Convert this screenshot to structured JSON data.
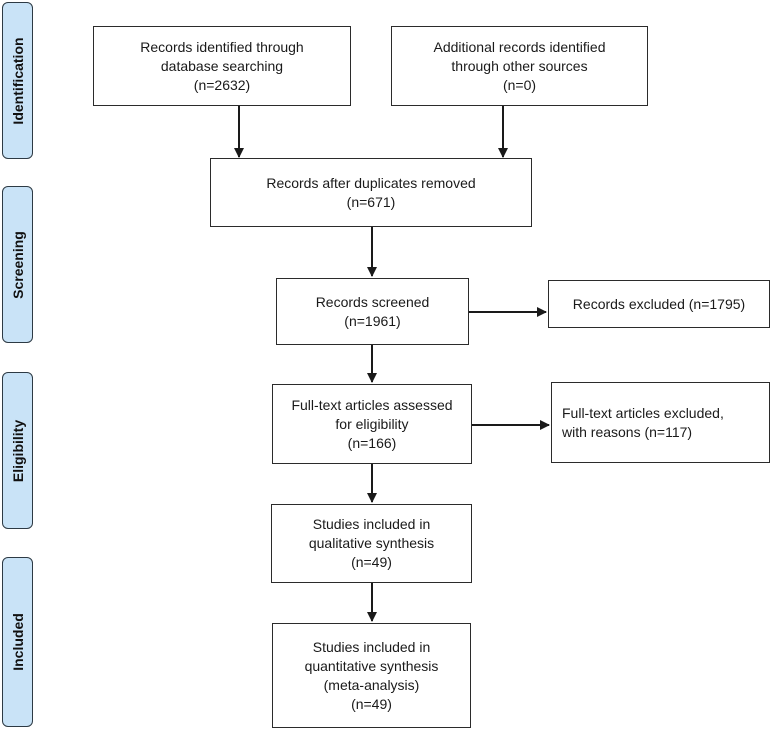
{
  "phases": {
    "identification": "Identification",
    "screening": "Screening",
    "eligibility": "Eligibility",
    "included": "Included"
  },
  "boxes": {
    "db_search": [
      "Records identified through",
      "database searching",
      "(n=2632)"
    ],
    "other_sources": [
      "Additional records identified",
      "through other sources",
      "(n=0)"
    ],
    "duplicates_removed": [
      "Records after duplicates removed",
      "(n=671)"
    ],
    "screened": [
      "Records screened",
      "(n=1961)"
    ],
    "excluded": [
      "Records excluded (n=1795)"
    ],
    "fulltext_assessed": [
      "Full-text articles assessed",
      "for eligibility",
      "(n=166)"
    ],
    "fulltext_excluded": [
      "Full-text articles excluded,",
      "with reasons (n=117)"
    ],
    "qualitative": [
      "Studies included in",
      "qualitative synthesis",
      "(n=49)"
    ],
    "quantitative": [
      "Studies included in",
      "quantitative synthesis",
      "(meta-analysis)",
      "(n=49)"
    ]
  },
  "colors": {
    "phase_fill": "#c9e3f7",
    "line": "#1a1a1a"
  }
}
